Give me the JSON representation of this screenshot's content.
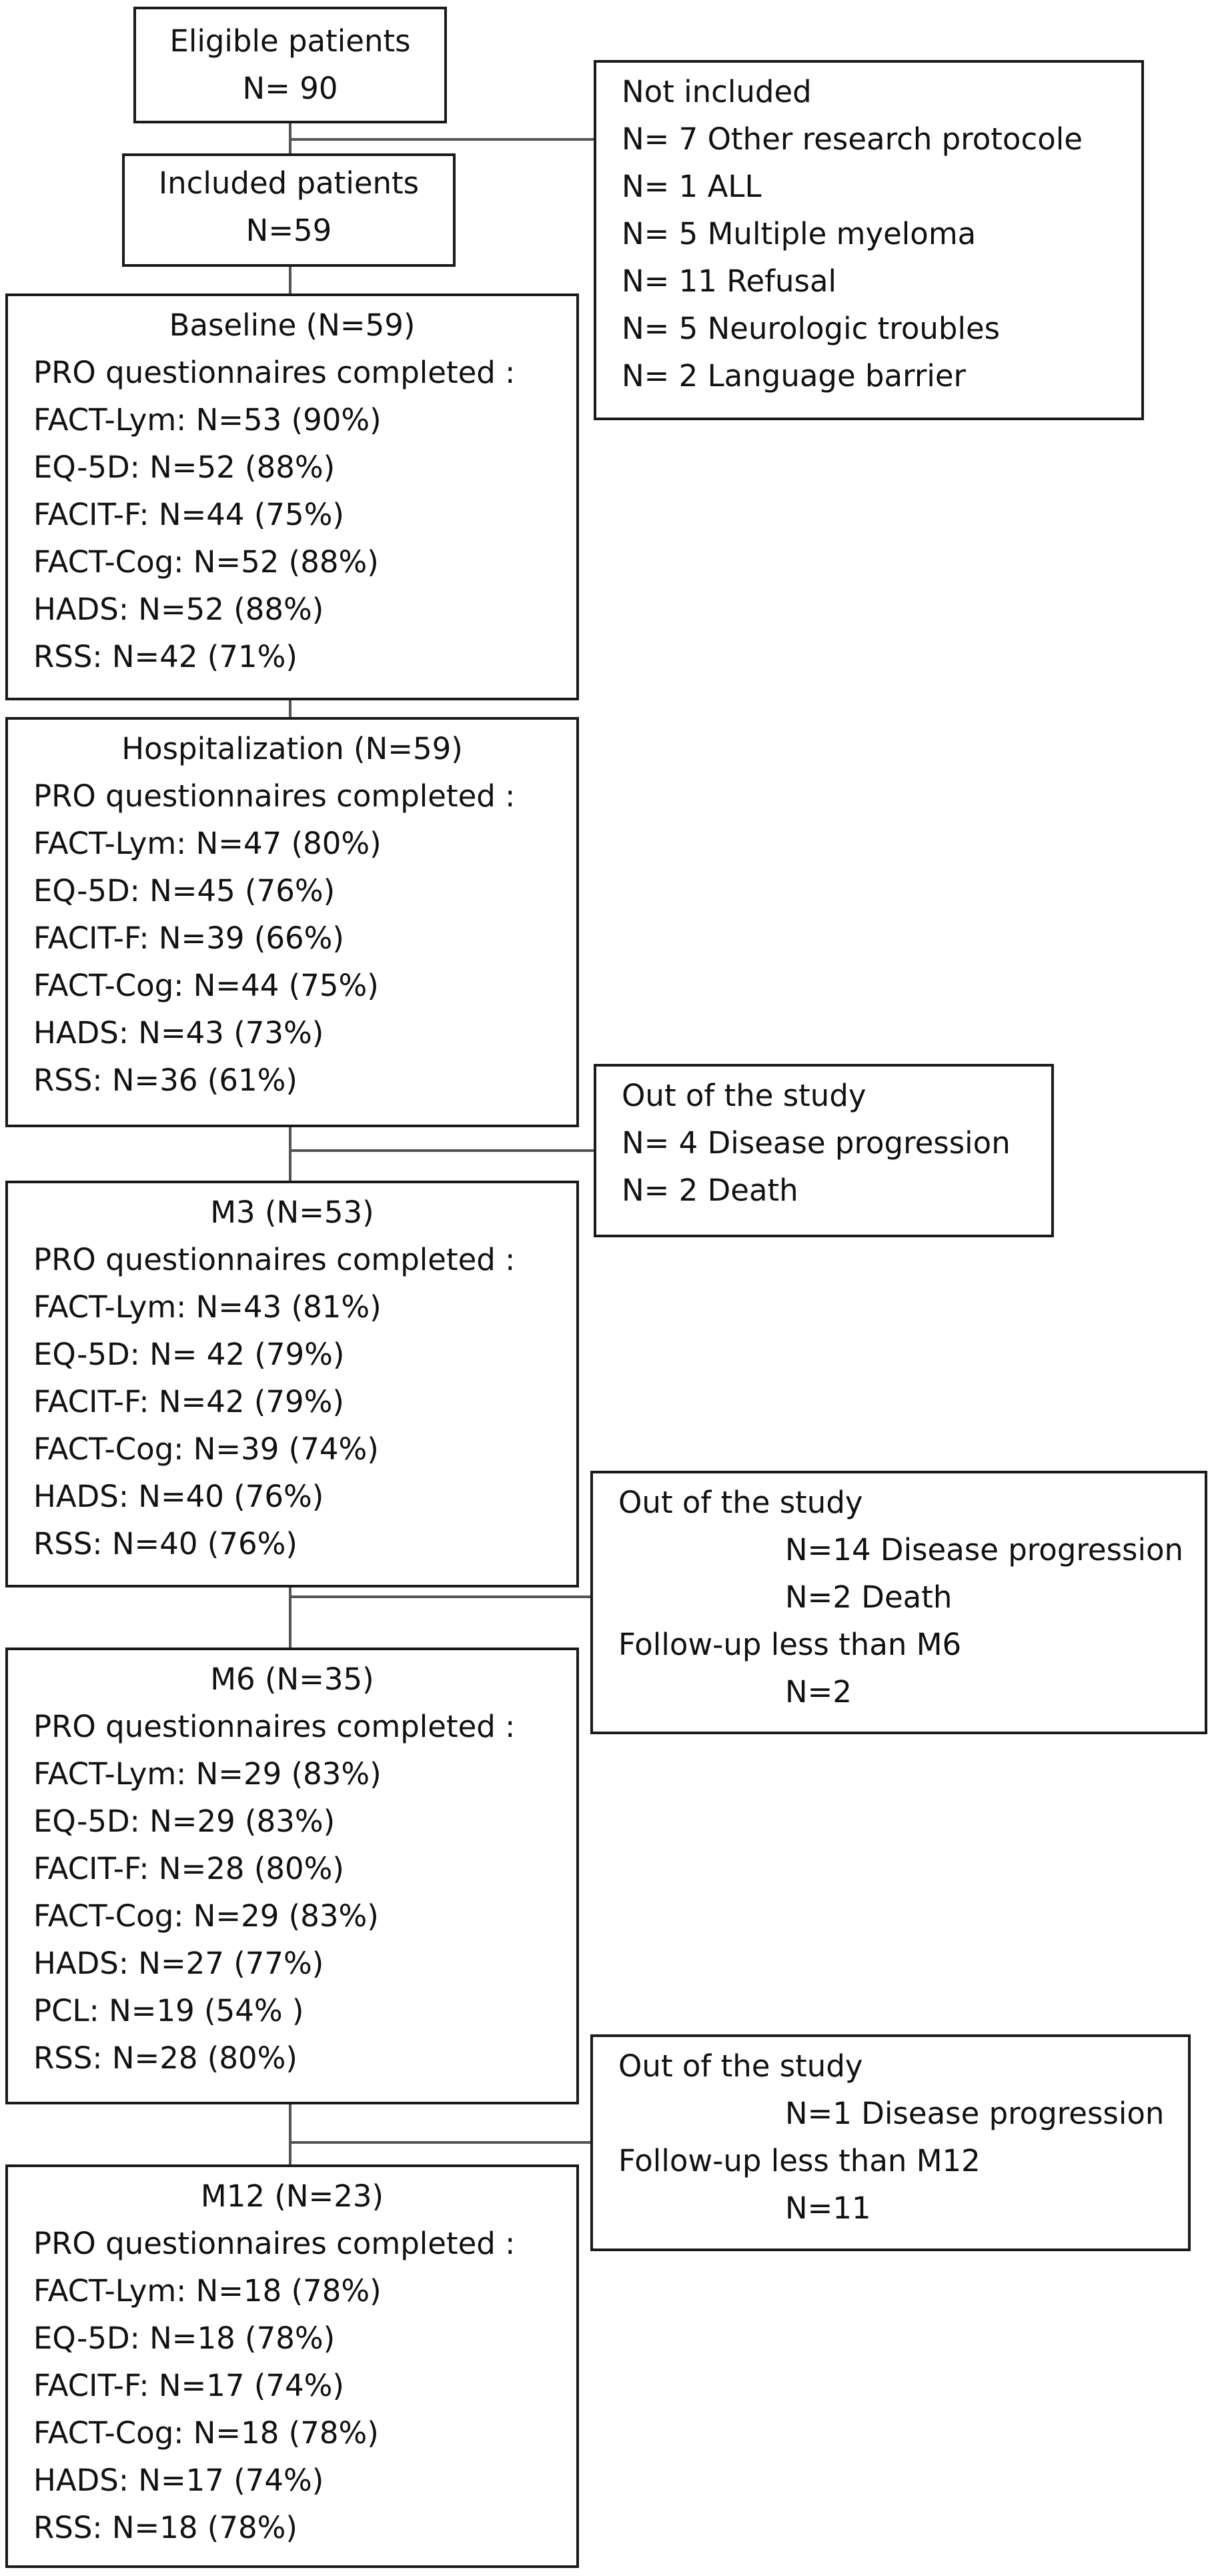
{
  "eligible": {
    "lines": [
      "Eligible patients",
      "N= 90"
    ]
  },
  "included": {
    "lines": [
      "Included patients",
      "N=59"
    ]
  },
  "not_included": {
    "lines": [
      "Not included",
      "N= 7 Other research protocole",
      "N= 1 ALL",
      "N= 5 Multiple myeloma",
      "N= 11 Refusal",
      "N= 5 Neurologic troubles",
      "N= 2 Language barrier"
    ]
  },
  "baseline": {
    "title": "Baseline (N=59)",
    "subtitle": "PRO questionnaires completed :",
    "items": [
      "FACT-Lym:  N=53 (90%)",
      "EQ-5D: N=52 (88%)",
      "FACIT-F: N=44 (75%)",
      "FACT-Cog: N=52 (88%)",
      "HADS: N=52 (88%)",
      "RSS: N=42 (71%)"
    ]
  },
  "hospitalization": {
    "title": "Hospitalization (N=59)",
    "subtitle": "PRO questionnaires completed :",
    "items": [
      "FACT-Lym:  N=47 (80%)",
      "EQ-5D: N=45 (76%)",
      "FACIT-F: N=39 (66%)",
      "FACT-Cog: N=44 (75%)",
      "HADS: N=43 (73%)",
      "RSS: N=36 (61%)"
    ]
  },
  "out1": {
    "lines": [
      "Out of the study",
      "N= 4 Disease progression",
      "N= 2 Death"
    ]
  },
  "m3": {
    "title": "M3 (N=53)",
    "subtitle": "PRO questionnaires completed :",
    "items": [
      "FACT-Lym:  N=43 (81%)",
      "EQ-5D: N= 42 (79%)",
      "FACIT-F: N=42 (79%)",
      "FACT-Cog: N=39 (74%)",
      "HADS: N=40 (76%)",
      "RSS: N=40 (76%)"
    ]
  },
  "out2": {
    "heading": "Out of the study",
    "line1": "N=14  Disease progression",
    "line2": "N=2  Death",
    "line3": "Follow-up less than M6",
    "line4": "N=2"
  },
  "m6": {
    "title": "M6 (N=35)",
    "subtitle": "PRO questionnaires completed :",
    "items": [
      "FACT-Lym:  N=29 (83%)",
      "EQ-5D: N=29 (83%)",
      "FACIT-F: N=28 (80%)",
      "FACT-Cog: N=29 (83%)",
      "HADS: N=27 (77%)",
      "PCL: N=19 (54% )",
      "RSS: N=28 (80%)"
    ]
  },
  "out3": {
    "heading": "Out of the study",
    "line1": "N=1  Disease progression",
    "line2": "Follow-up less than M12",
    "line3": "N=11"
  },
  "m12": {
    "title": "M12 (N=23)",
    "subtitle": "PRO questionnaires completed :",
    "items": [
      "FACT-Lym:  N=18 (78%)",
      "EQ-5D: N=18 (78%)",
      "FACIT-F: N=17 (74%)",
      "FACT-Cog: N=18 (78%)",
      "HADS: N=17 (74%)",
      "RSS: N=18 (78%)"
    ]
  }
}
